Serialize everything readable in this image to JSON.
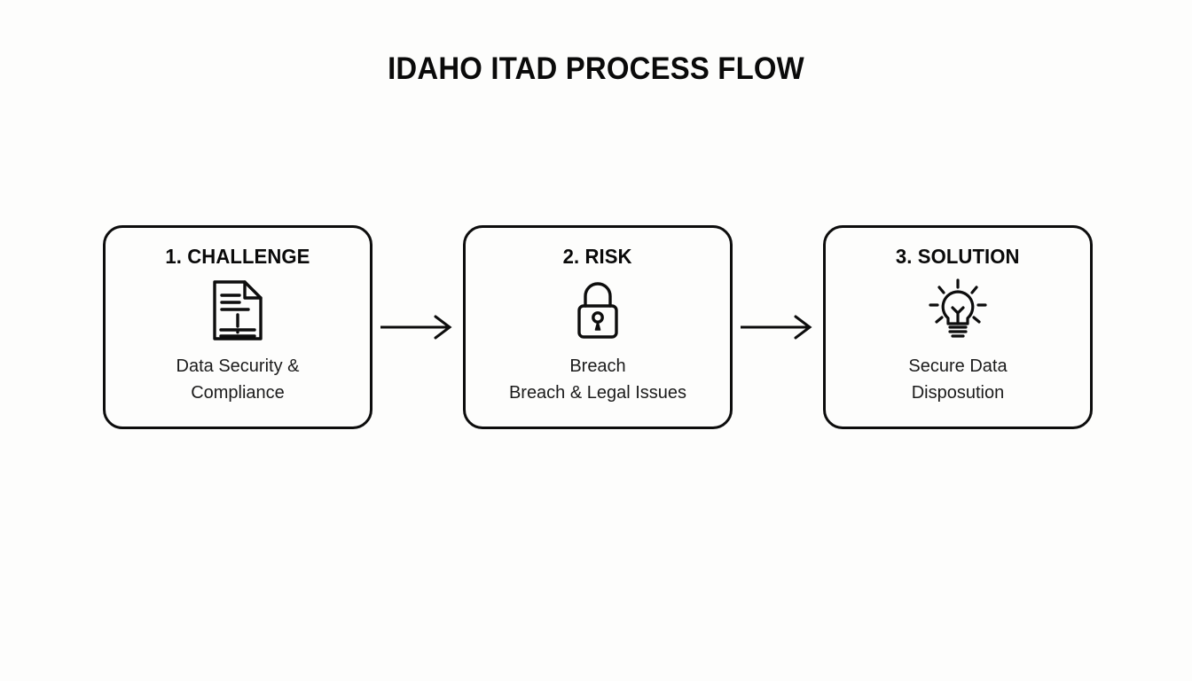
{
  "diagram": {
    "title": "IDAHO ITAD PROCESS FLOW",
    "background_color": "#fdfdfc",
    "line_color": "#0d0d0d",
    "text_color": "#111111",
    "steps": [
      {
        "heading": "1. CHALLENGE",
        "icon": "document-alert-icon",
        "desc_line1": "Data Security &",
        "desc_line2": "Compliance"
      },
      {
        "heading": "2. RISK",
        "icon": "padlock-icon",
        "desc_line1": "Breach",
        "desc_line2": "Breach & Legal Issues"
      },
      {
        "heading": "3. SOLUTION",
        "icon": "lightbulb-icon",
        "desc_line1": "Secure Data",
        "desc_line2": "Disposution"
      }
    ],
    "connectors": [
      {
        "name": "arrow-challenge-to-risk",
        "direction": "right"
      },
      {
        "name": "arrow-risk-to-solution",
        "direction": "right"
      }
    ]
  }
}
